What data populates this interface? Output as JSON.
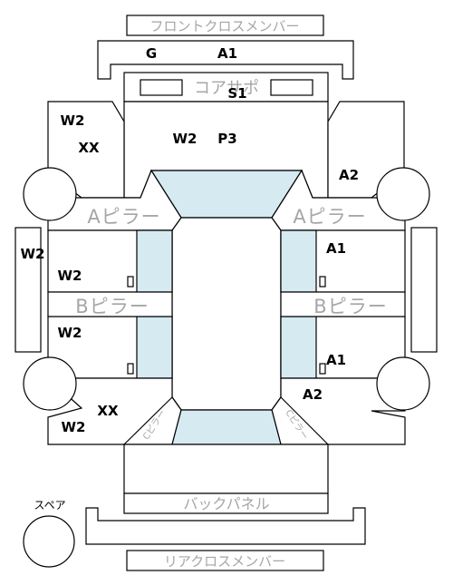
{
  "parts": {
    "front_cross_member": "フロントクロスメンバー",
    "core_support": "コアサポ",
    "a_pillar_left": "Aピラー",
    "a_pillar_right": "Aピラー",
    "b_pillar_left": "Bピラー",
    "b_pillar_right": "Bピラー",
    "c_pillar_left": "Cピラー",
    "c_pillar_right": "Cピラー",
    "back_panel": "バックパネル",
    "rear_cross_member": "リアクロスメンバー",
    "spare": "スペア"
  },
  "grades": {
    "front_g": "G",
    "front_a1": "A1",
    "core_s1": "S1",
    "left_front_fender_w2": "W2",
    "left_front_fender_xx": "XX",
    "hood_w2": "W2",
    "hood_p3": "P3",
    "right_front_fender_a2": "A2",
    "left_sill_w2": "W2",
    "left_front_door_w2": "W2",
    "right_front_door_a1": "A1",
    "left_rear_door_w2": "W2",
    "right_rear_door_a1": "A1",
    "left_quarter_xx": "XX",
    "left_quarter_w2": "W2",
    "right_quarter_a2": "A2"
  },
  "colors": {
    "glass": "#d6eaf2",
    "outline": "#000000",
    "part_label": "#a6a6a6"
  }
}
